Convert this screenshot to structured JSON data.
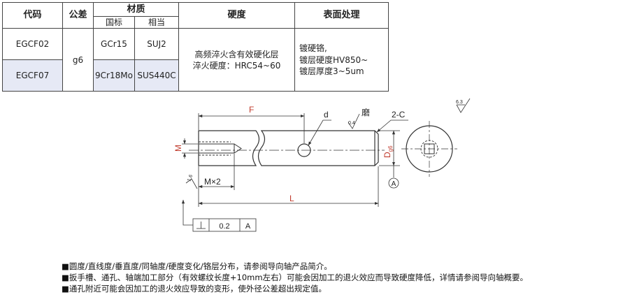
{
  "table": {
    "headers": {
      "code": "代码",
      "tolerance": "公差",
      "material": "材质",
      "material_sub": [
        "国标",
        "相当"
      ],
      "hardness": "硬度",
      "surface": "表面处理"
    },
    "rows": [
      {
        "code": "EGCF02",
        "material_gb": "GCr15",
        "material_eq": "SUJ2"
      },
      {
        "code": "EGCF07",
        "material_gb": "9Cr18Mo",
        "material_eq": "SUS440C"
      }
    ],
    "tolerance_value": "g6",
    "hardness_lines": [
      "高频淬火含有效硬化层",
      "淬火硬度：HRC54~60"
    ],
    "surface_lines": [
      "镀硬铬,",
      "镀层硬度HV850~",
      "镀层厚度3~5um"
    ]
  },
  "drawing": {
    "label_F": "F",
    "label_d": "d",
    "label_grind": "磨",
    "label_chamfer": "2-C",
    "roughness_04": "0.4",
    "roughness_16": "1.6",
    "roughness_63": "6.3",
    "label_M": "M",
    "label_Mx2": "M×2",
    "label_L": "L",
    "label_D": "D",
    "label_D_sub": "g6",
    "datum_A": "A",
    "fcf": {
      "tolerance": "0.2",
      "datum": "A"
    },
    "colors": {
      "dimension_red": "#c0392b",
      "line": "#333333"
    }
  },
  "notes": [
    "■圆度/直线度/垂直度/同轴度/硬度变化/铬层分布，请参阅导向轴产品简介。",
    "■扳手槽、通孔、轴端加工部分（有效螺纹长度+10mm左右）可能会因加工的退火效应而导致硬度降低，详情请参阅导向轴概要。",
    "■通孔附近可能会因加工的退火效应导致的变形，使外径公差超出规定值。"
  ]
}
